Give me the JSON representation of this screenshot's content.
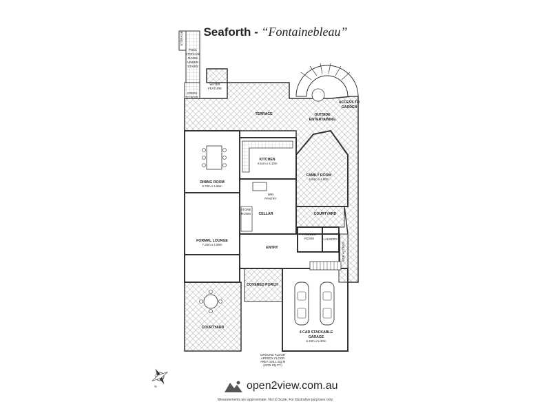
{
  "header": {
    "suburb": "Seaforth",
    "separator": " - ",
    "house_name": "“Fontainebleau”"
  },
  "rooms": {
    "storage": "STORAGE",
    "pool_storage": [
      "POOL",
      "STORAGE",
      "ROOM",
      "UNDER",
      "STAIRS"
    ],
    "steps_to_pool": [
      "STEPS",
      "TO POOL"
    ],
    "water_feature": [
      "WATER",
      "FEATURE"
    ],
    "terrace": "TERRACE",
    "outside_entertaining": [
      "OUTSIDE",
      "ENTERTAINING"
    ],
    "access_to_garden": [
      "ACCESS TO",
      "GARDEN"
    ],
    "kitchen": {
      "name": "KITCHEN",
      "size": "4.51m x 4.10m"
    },
    "family_room": {
      "name": "FAMILY ROOM",
      "size": "5.64m x 4.50m"
    },
    "dining_room": {
      "name": "DINING ROOM",
      "size": "5.70m x 4.96m"
    },
    "wine_pantry": [
      "WIN",
      "PANTRY"
    ],
    "store_room": [
      "STORE",
      "ROOM"
    ],
    "cellar": "CELLAR",
    "courtyard_upper": "COURTYARD",
    "powder_room": [
      "POWDER",
      "ROOM"
    ],
    "laundry": "LAUNDRY",
    "formal_lounge": {
      "name": "FORMAL LOUNGE",
      "size": "7.20m x 4.59m"
    },
    "entry": "ENTRY",
    "side_access": "SIDE ACCESS",
    "covered_porch": "COVERED PORCH",
    "courtyard_lower": "COURTYARD",
    "garage": {
      "name": [
        "4 CAR STACKABLE",
        "GARAGE"
      ],
      "size": "6.10m x 5.30m"
    }
  },
  "area_note": [
    "GROUND FLOOR",
    "APPROX FLOOR",
    "AREA 193.1 SQ.M",
    "(2078 SQ.FT.)"
  ],
  "compass": {
    "north": "N"
  },
  "footer": {
    "brand": "open2view.com.au",
    "disclaimer": "Measurements are approximate. Not to Scale. For illustrative purposes only."
  },
  "colors": {
    "wall": "#333333",
    "paving": "#999999",
    "text": "#222222"
  }
}
